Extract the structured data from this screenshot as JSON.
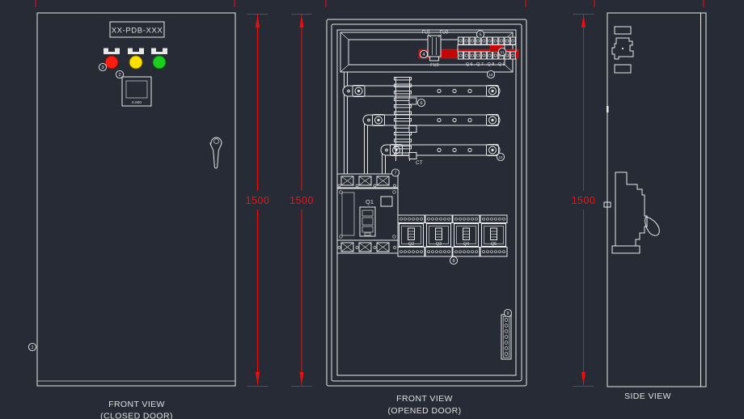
{
  "colors": {
    "background": "#262b35",
    "line": "#e8e8e8",
    "dimension_red": "#f20c0c",
    "din_rail_red": "#c40606",
    "indicator_red": "#fb1d10",
    "indicator_yellow": "#ffdf00",
    "indicator_green": "#1ccf1c"
  },
  "closed_view": {
    "caption_line1": "FRONT VIEW",
    "caption_line2": "(CLOSED DOOR)",
    "nameplate": "XX-PDB-XXX",
    "meter_reading": "0.000",
    "lights": [
      {
        "name": "red-pilot-light",
        "color": "#fb1d10"
      },
      {
        "name": "yellow-pilot-light",
        "color": "#ffdf00"
      },
      {
        "name": "green-pilot-light",
        "color": "#1ccf1c"
      }
    ]
  },
  "opened_view": {
    "caption_line1": "FRONT VIEW",
    "caption_line2": "(OPENED DOOR)",
    "fuse_labels": {
      "fu1": "FU1",
      "fu2": "FU2",
      "fu3": "FU3"
    },
    "terminal_row_label": "Q6 Q7 Q8 Q9",
    "ct_label": "CT",
    "main_breaker_label": "Q1",
    "branch_breaker_labels": [
      "Q2",
      "Q3",
      "Q4",
      "Q5"
    ]
  },
  "side_view": {
    "caption_line1": "SIDE VIEW"
  },
  "dimensions": {
    "closed_height": "1500",
    "opened_height": "1500",
    "side_height": "1500"
  },
  "balloons": {
    "b1": "1",
    "b2": "2",
    "b3": "3",
    "b4": "4",
    "b5": "5",
    "b6": "6",
    "b7": "7",
    "b8": "8",
    "b9": "9",
    "b10": "10",
    "b11": "11",
    "b12": "12"
  }
}
